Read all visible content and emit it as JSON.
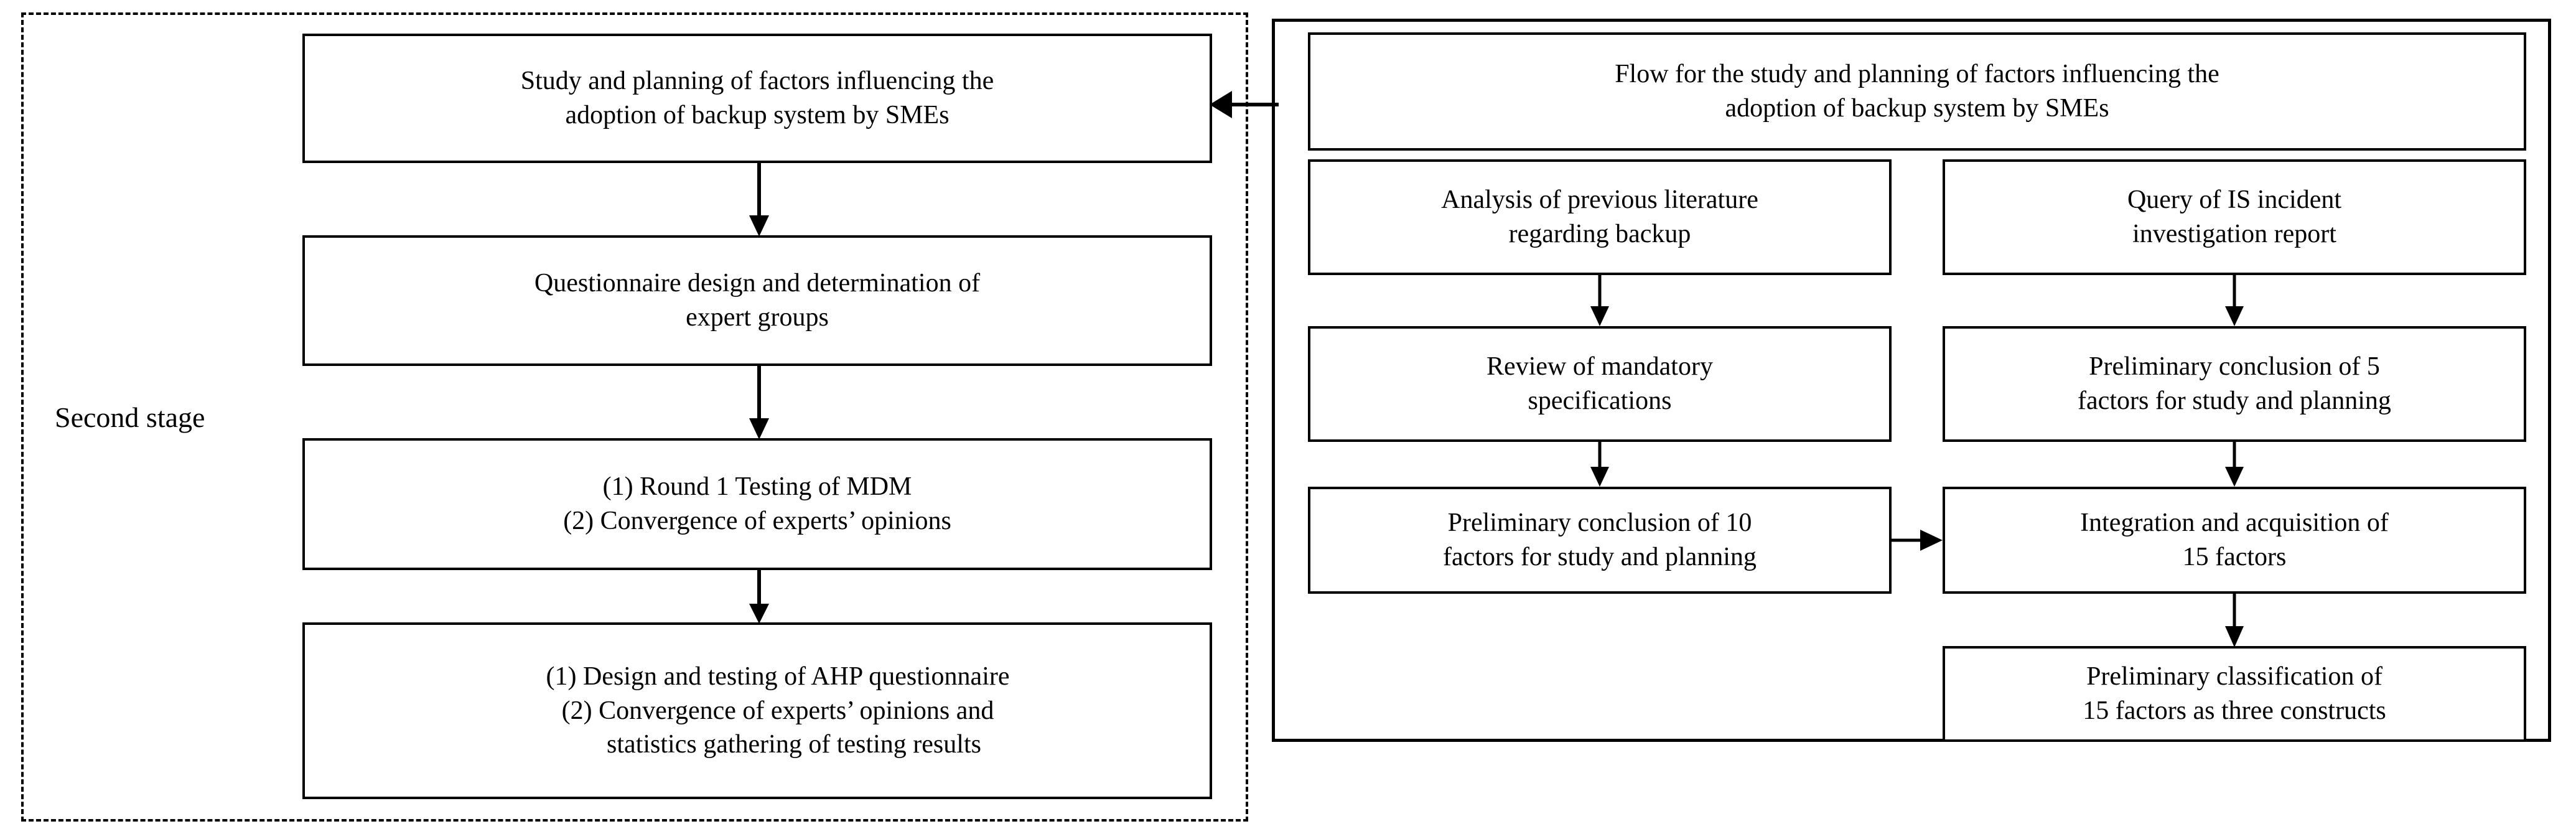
{
  "diagram": {
    "type": "flowchart",
    "title": "Second stage study and planning flow",
    "stage_caption": "Second stage",
    "left_panel": {
      "border_style": "dashed",
      "nodes": [
        {
          "id": "study-planning",
          "lines": [
            "Study and planning of factors influencing the",
            "adoption of backup system by SMEs"
          ]
        },
        {
          "id": "questionnaire-design",
          "lines": [
            "Questionnaire design and determination of",
            "expert groups"
          ]
        },
        {
          "id": "round1-mdm",
          "lines": [
            "(1) Round 1 Testing of MDM",
            "(2) Convergence of experts’ opinions"
          ]
        },
        {
          "id": "ahp-questionnaire",
          "lines": [
            "(1) Design and testing of AHP questionnaire",
            "(2) Convergence of experts’ opinions and",
            "statistics gathering of testing results"
          ]
        }
      ]
    },
    "right_panel": {
      "border_style": "solid",
      "header": {
        "id": "flow-header",
        "lines": [
          "Flow for the study and planning of factors influencing the",
          "adoption of backup system by SMEs"
        ]
      },
      "column_left": [
        {
          "id": "analysis-literature",
          "lines": [
            "Analysis of previous literature",
            "regarding backup"
          ]
        },
        {
          "id": "review-specifications",
          "lines": [
            "Review of mandatory",
            "specifications"
          ]
        },
        {
          "id": "prelim-10-factors",
          "lines": [
            "Preliminary conclusion of 10",
            "factors for study and planning"
          ]
        }
      ],
      "column_right": [
        {
          "id": "query-is-incident",
          "lines": [
            "Query of IS incident",
            "investigation report"
          ]
        },
        {
          "id": "prelim-5-factors",
          "lines": [
            "Preliminary conclusion of 5",
            "factors for study and planning"
          ]
        },
        {
          "id": "integration-15-factors",
          "lines": [
            "Integration and acquisition of",
            "15 factors"
          ]
        },
        {
          "id": "prelim-classification",
          "lines": [
            "Preliminary classification of",
            "15 factors as three constructs"
          ]
        }
      ]
    },
    "connectors": [
      {
        "id": "study-to-questionnaire",
        "direction": "down"
      },
      {
        "id": "questionnaire-to-round1",
        "direction": "down"
      },
      {
        "id": "round1-to-ahp",
        "direction": "down"
      },
      {
        "id": "rightpanel-to-study",
        "direction": "left"
      },
      {
        "id": "analysis-to-review",
        "direction": "down"
      },
      {
        "id": "review-to-prelim10",
        "direction": "down"
      },
      {
        "id": "query-to-prelim5",
        "direction": "down"
      },
      {
        "id": "prelim5-to-integration",
        "direction": "down"
      },
      {
        "id": "prelim10-to-integration",
        "direction": "right"
      },
      {
        "id": "integration-to-classification",
        "direction": "down"
      }
    ],
    "colors": {
      "stroke": "#000000",
      "background": "#ffffff"
    }
  }
}
